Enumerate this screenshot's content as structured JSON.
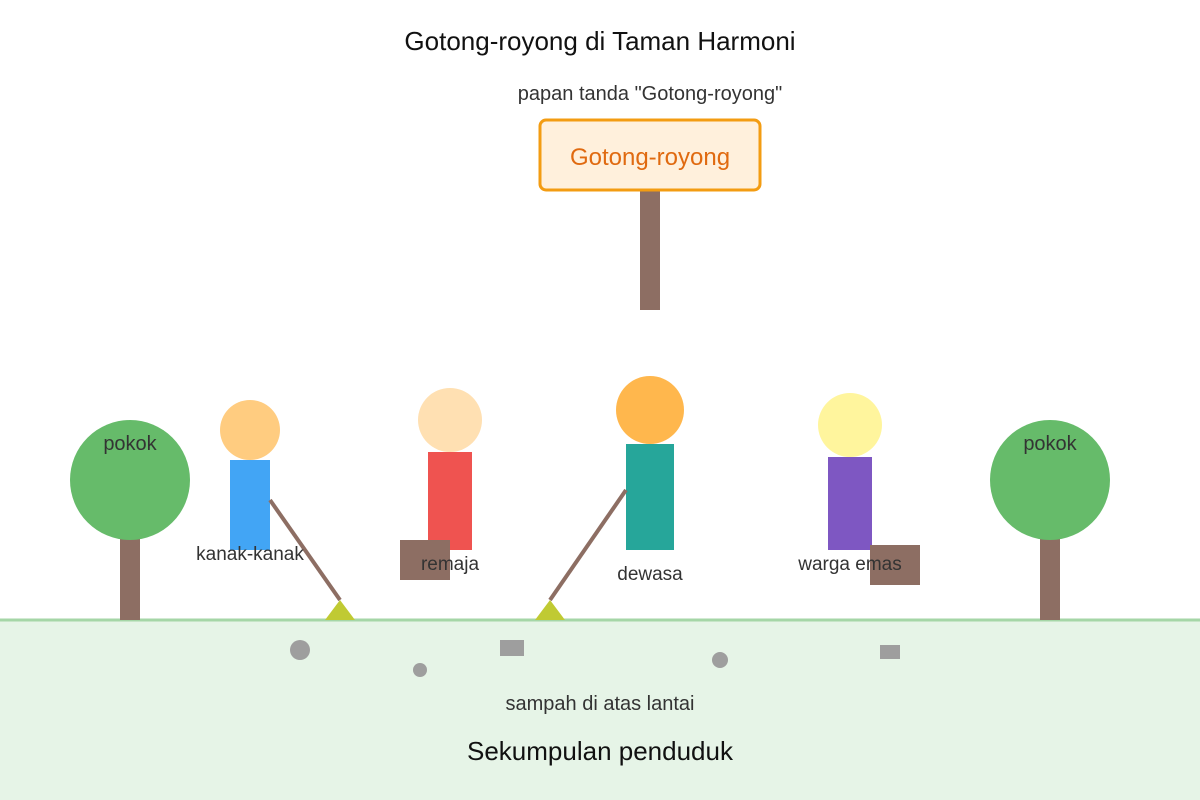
{
  "title": "Gotong-royong di Taman Harmoni",
  "sign": {
    "caption": "papan tanda \"Gotong-royong\"",
    "text": "Gotong-royong"
  },
  "trees": {
    "left_label": "pokok",
    "right_label": "pokok"
  },
  "people": {
    "child": {
      "label": "kanak-kanak",
      "skin": "#ffcc80",
      "shirt": "#42a5f5"
    },
    "teen": {
      "label": "remaja",
      "skin": "#ffe0b2",
      "shirt": "#ef5350"
    },
    "adult": {
      "label": "dewasa",
      "skin": "#ffb74d",
      "shirt": "#26a69a"
    },
    "elder": {
      "label": "warga emas",
      "skin": "#fff59d",
      "shirt": "#7e57c2"
    }
  },
  "ground": {
    "trash_label": "sampah di atas lantai",
    "crowd_label": "Sekumpulan penduduk"
  },
  "colors": {
    "sign_border": "#f39c12",
    "sign_fill": "#fff0dc",
    "sign_text": "#e06a10",
    "post": "#8d6e63",
    "tree_crown": "#66bb6a",
    "ground": "#e6f4e7",
    "ground_line": "#a5d6a7",
    "broom_head": "#c0ca33",
    "trash": "#9e9e9e"
  }
}
